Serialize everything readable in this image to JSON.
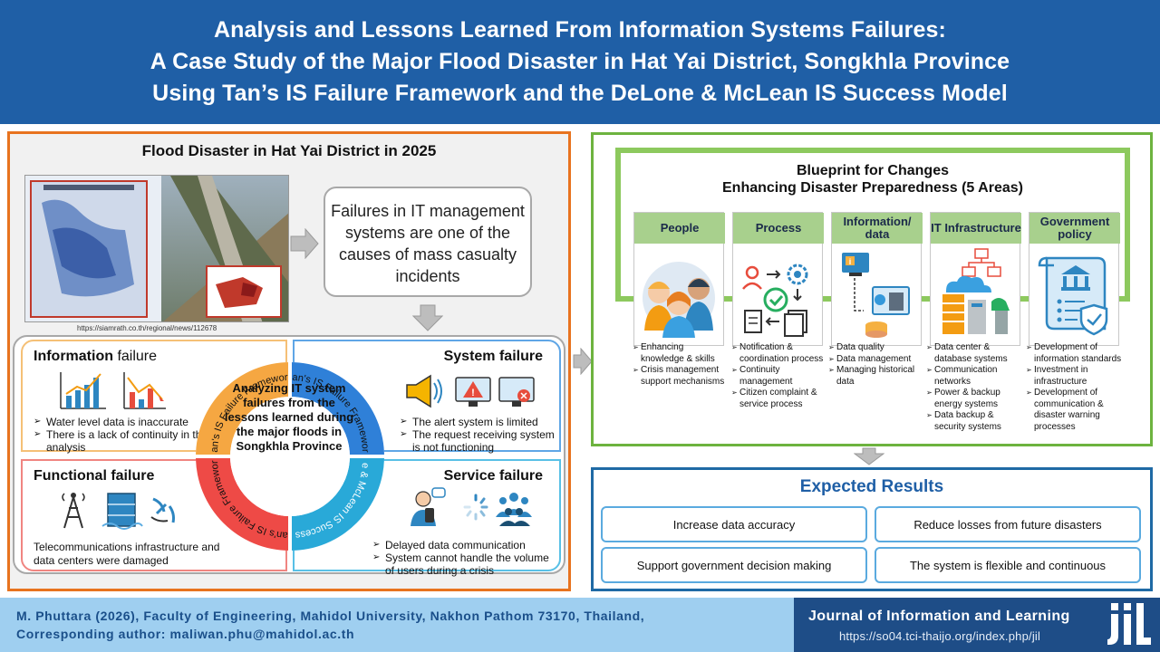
{
  "header": {
    "title_lines": [
      "Analysis and Lessons Learned From Information Systems Failures:",
      "A Case Study of the Major Flood Disaster in Hat Yai District, Songkhla Province",
      "Using Tan’s IS Failure Framework and the DeLone & McLean IS Success Model"
    ]
  },
  "left": {
    "title": "Flood Disaster in Hat Yai District in 2025",
    "photo_caption": "https://siamrath.co.th/regional/news/112678",
    "cause_text": "Failures in IT management systems are one of the causes of mass casualty incidents",
    "center_text": "Analyzing IT system failures from the lessons learned during the major floods in Songkhla Province",
    "arc_labels": {
      "top_left": "Tan's IS Failure Framework",
      "top_right": "Tan's IS Failure Framework",
      "bottom_left": "Tan's IS Failure Framework",
      "bottom_right": "DeLone & McLean IS Success Model"
    },
    "information_failure": {
      "title_a": "Information",
      "title_b": " failure",
      "items": [
        "Water level data is inaccurate",
        "There is a lack of continuity in the analysis"
      ]
    },
    "system_failure": {
      "title": "System failure",
      "items": [
        "The alert system is limited",
        "The request receiving system is not functioning"
      ]
    },
    "functional_failure": {
      "title": "Functional failure",
      "text": "Telecommunications infrastructure and data centers were damaged"
    },
    "service_failure": {
      "title": "Service failure",
      "items": [
        "Delayed data communication",
        "System cannot handle the volume of users during a crisis"
      ]
    }
  },
  "blueprint": {
    "title_line1": "Blueprint for Changes",
    "title_line2": "Enhancing Disaster Preparedness (5 Areas)",
    "areas": [
      {
        "label": "People",
        "items": [
          "Enhancing knowledge & skills",
          "Crisis management support mechanisms"
        ]
      },
      {
        "label": "Process",
        "items": [
          "Notification & coordination process",
          "Continuity management",
          "Citizen complaint & service process"
        ]
      },
      {
        "label": "Information/ data",
        "items": [
          "Data quality",
          "Data management",
          "Managing historical data"
        ]
      },
      {
        "label": "IT Infrastructure",
        "items": [
          "Data center & database systems",
          "Communication networks",
          "Power & backup energy systems",
          "Data backup & security systems"
        ]
      },
      {
        "label": "Government policy",
        "items": [
          "Development of information standards",
          "Investment in infrastructure",
          "Development of communication & disaster warning processes"
        ]
      }
    ]
  },
  "results": {
    "title": "Expected Results",
    "items": [
      "Increase data accuracy",
      "Reduce losses from future disasters",
      "Support government decision making",
      "The system is flexible and continuous"
    ]
  },
  "footer": {
    "line1": "M. Phuttara (2026), Faculty of Engineering, Mahidol University, Nakhon Pathom 73170, Thailand,",
    "line2": "Corresponding author: maliwan.phu@mahidol.ac.th",
    "journal_name": "Journal of Information and Learning",
    "journal_url": "https://so04.tci-thaijo.org/index.php/jil",
    "logo_text": "JIL"
  },
  "colors": {
    "header_bg": "#1f5fa6",
    "left_border": "#e8731f",
    "right_border": "#6db33f",
    "results_border": "#1f6aa5",
    "arc_orange": "#f5a742",
    "arc_blue": "#2f80d8",
    "arc_red": "#ee4a46",
    "arc_cyan": "#29a9d8",
    "area_label_bg": "#a8d08d"
  }
}
